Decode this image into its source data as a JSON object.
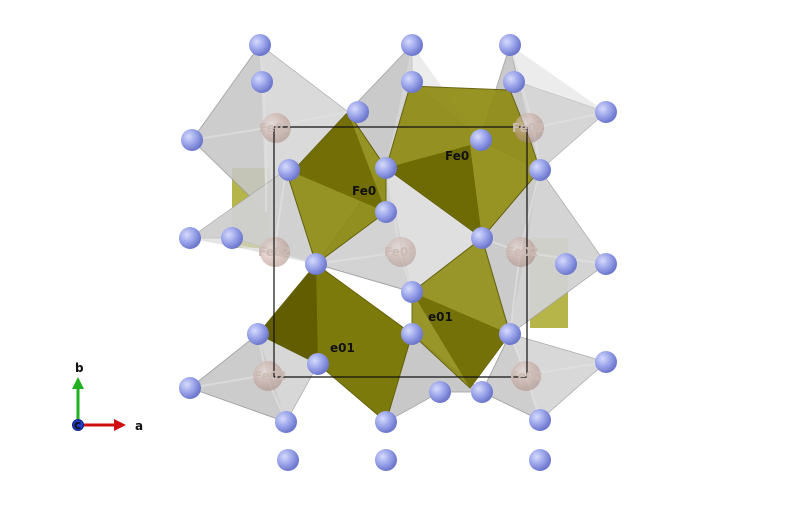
{
  "labels": {
    "fe01_a": "Fe0",
    "fe01_b": "Fe0",
    "fe01_c": "e01",
    "fe01_d": "e01",
    "fe02_a": "Fe02",
    "fe02_b": "Fe02",
    "fe02_c": "Fe02",
    "fe02_d": "Fe02",
    "fe02_e": "Fe02",
    "fe02_f": "Fe02",
    "fe02_g": "Fe02"
  },
  "axes": {
    "a": "a",
    "b": "b",
    "c": "c"
  },
  "colors": {
    "octahedron_light": "#d9d9d9",
    "octahedron_mid": "#bdbdbd",
    "octahedron_dark": "#8f8f8f",
    "tetrahedron_light": "#a3a21d",
    "tetrahedron_dark": "#6f6c00",
    "oxygen": "#9aa4ea",
    "iron": "#c7a39b",
    "axis_a": "#d01010",
    "axis_b": "#20b020",
    "axis_c": "#1f3cc8"
  }
}
